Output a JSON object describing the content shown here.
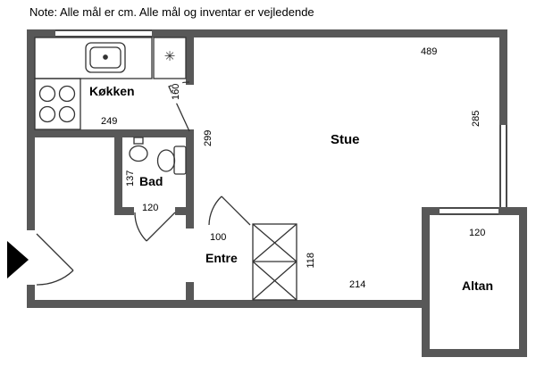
{
  "note": "Note: Alle mål er cm. Alle mål og inventar er vejledende",
  "rooms": {
    "kitchen": {
      "label": "Køkken"
    },
    "living": {
      "label": "Stue"
    },
    "bath": {
      "label": "Bad"
    },
    "hall": {
      "label": "Entre"
    },
    "balcony": {
      "label": "Altan"
    }
  },
  "dims": {
    "stue_width": "489",
    "kitchen_door": "160",
    "kitchen_width": "249",
    "partition_height": "299",
    "right_window": "285",
    "bath_height": "137",
    "bath_door": "120",
    "hall_opening": "100",
    "wardrobe_height": "118",
    "stue_bottom": "214",
    "balcony_window": "120"
  },
  "symbols": {
    "freezer": "✳"
  },
  "colors": {
    "wall": "#585858",
    "line": "#333333",
    "background": "#ffffff",
    "arrow": "#000000"
  }
}
